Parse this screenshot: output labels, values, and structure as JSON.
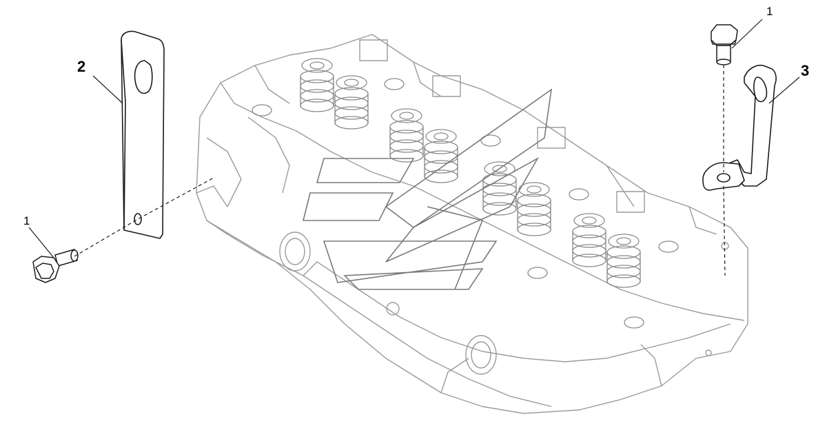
{
  "callouts": {
    "bolt_top_right": "1",
    "plate_left": "2",
    "bracket_right": "3",
    "bolt_left": "1"
  },
  "colors": {
    "line_dark": "#1a1a1a",
    "line_gray": "#9a9a9a",
    "watermark": "#7a7a7a",
    "background": "#ffffff"
  }
}
